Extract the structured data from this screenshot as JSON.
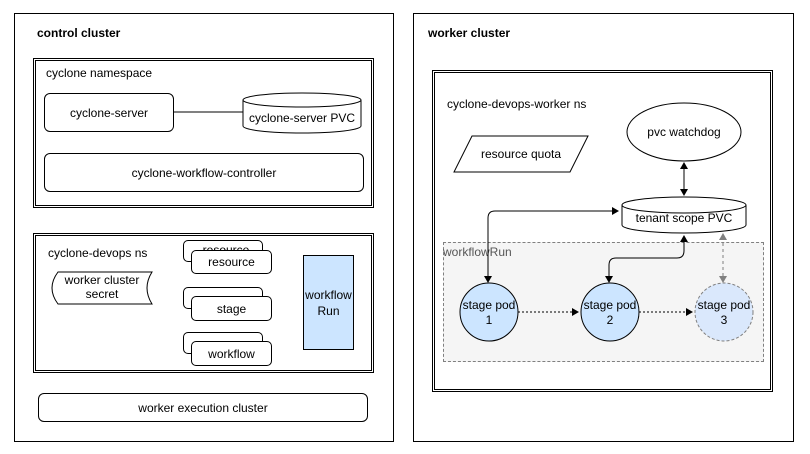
{
  "control": {
    "title": "control cluster",
    "cyclone_namespace": {
      "label": "cyclone namespace",
      "server": "cyclone-server",
      "server_pvc": "cyclone-server PVC",
      "controller": "cyclone-workflow-controller"
    },
    "devops_ns": {
      "label": "cyclone-devops ns",
      "secret_line1": "worker cluster",
      "secret_line2": "secret",
      "resources": [
        "resource",
        "stage",
        "workflow"
      ],
      "resource_back_text": "resource",
      "workflow_run_line1": "workflow",
      "workflow_run_line2": "Run"
    },
    "execution": "worker execution cluster"
  },
  "worker": {
    "title": "worker cluster",
    "ns_label": "cyclone-devops-worker ns",
    "resource_quota": "resource quota",
    "pvc_watchdog": "pvc watchdog",
    "tenant_pvc": "tenant scope PVC",
    "workflow_run_label": "workflowRun",
    "pods": [
      {
        "line1": "stage pod",
        "line2": "1"
      },
      {
        "line1": "stage pod",
        "line2": "2"
      },
      {
        "line1": "stage pod",
        "line2": "3"
      }
    ]
  },
  "colors": {
    "workflow_run_fill": "#cce5ff",
    "pod_fill": "#cce5ff",
    "pod3_fill": "#dae8fc",
    "group_fill": "#f5f5f5",
    "dashed_gray": "#808080"
  }
}
